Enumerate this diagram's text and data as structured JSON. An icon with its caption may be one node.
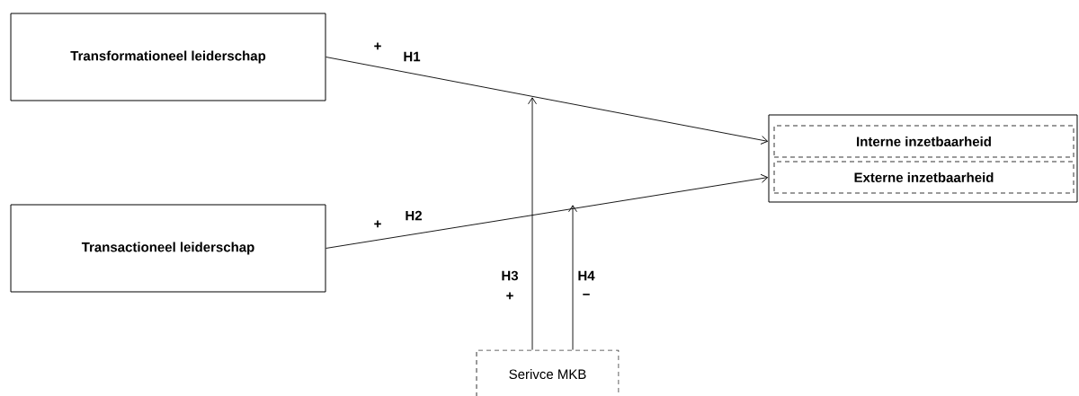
{
  "diagram": {
    "nodes": [
      {
        "text": [
          "Transformationeel leiderschap"
        ]
      },
      {
        "text": [
          "Transactioneel leiderschap"
        ]
      },
      {
        "text": [],
        "shape": "box"
      },
      {
        "text": [
          "Interne inzetbaarheid"
        ],
        "in": 2
      },
      {
        "text": [
          "Externe inzetbaarheid"
        ],
        "in": 2
      },
      {
        "text": [
          "Serivce MKB"
        ]
      }
    ],
    "edges": [
      {
        "from": 0,
        "to": 3,
        "arrow": "to"
      },
      {
        "from": 1,
        "to": 4,
        "arrow": "to"
      },
      {
        "from": 5,
        "to": null,
        "arrow": "to"
      },
      {
        "from": 5,
        "to": null,
        "arrow": "to"
      }
    ],
    "labels": [
      "+",
      "H1",
      "+",
      "H2",
      "H3",
      "+",
      "H4",
      "−"
    ]
  }
}
